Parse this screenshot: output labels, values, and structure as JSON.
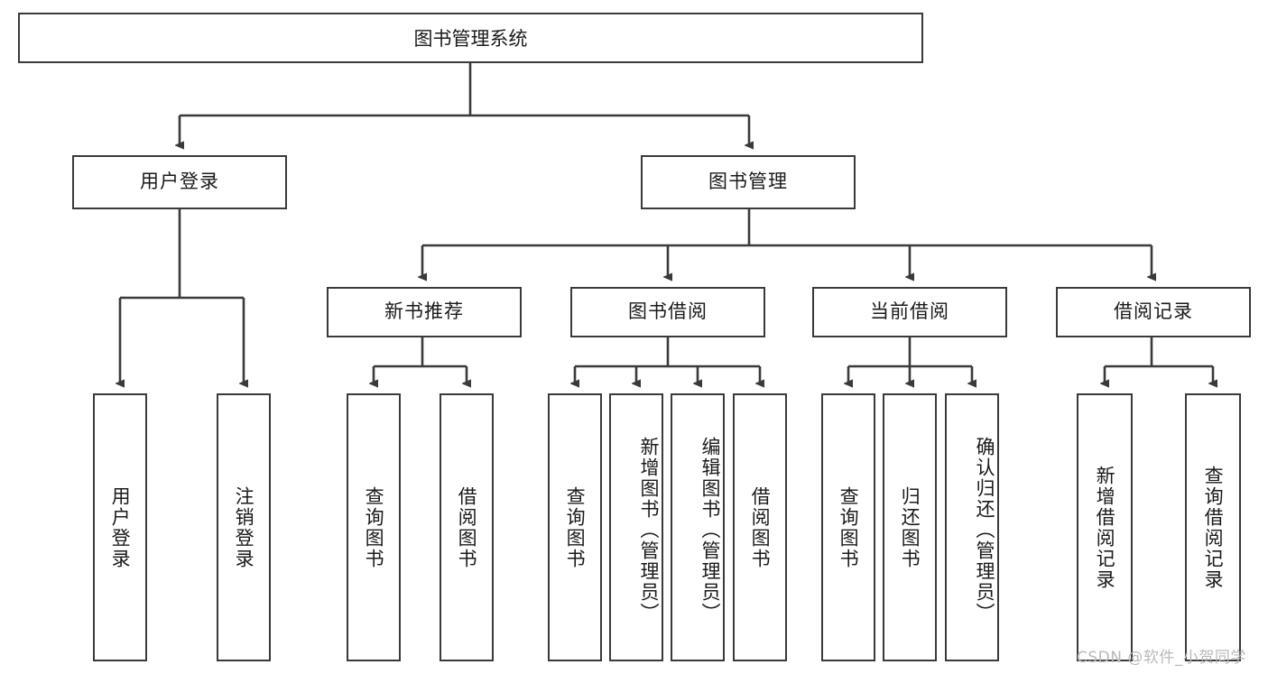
{
  "diagram": {
    "title": "图书管理系统",
    "type": "hierarchy-tree",
    "root": {
      "label": "图书管理系统",
      "id": "root-library-system"
    },
    "level2": [
      {
        "id": "user-login",
        "label": "用户登录"
      },
      {
        "id": "book-management",
        "label": "图书管理"
      }
    ],
    "level3": [
      {
        "id": "new-book-recommend",
        "label": "新书推荐",
        "parent": "book-management"
      },
      {
        "id": "book-borrow",
        "label": "图书借阅",
        "parent": "book-management"
      },
      {
        "id": "current-borrow",
        "label": "当前借阅",
        "parent": "book-management"
      },
      {
        "id": "borrow-record",
        "label": "借阅记录",
        "parent": "book-management"
      }
    ],
    "leaves": {
      "user_login": [
        {
          "id": "leaf-user-login",
          "label": "用户登录"
        },
        {
          "id": "leaf-logout-login",
          "label": "注销登录"
        }
      ],
      "new_book_recommend": [
        {
          "id": "leaf-query-book-1",
          "label": "查询图书"
        },
        {
          "id": "leaf-borrow-book-1",
          "label": "借阅图书"
        }
      ],
      "book_borrow": [
        {
          "id": "leaf-query-book-2",
          "label": "查询图书"
        },
        {
          "id": "leaf-add-book-admin",
          "label": "新增图书（管理员）"
        },
        {
          "id": "leaf-edit-book-admin",
          "label": "编辑图书（管理员）"
        },
        {
          "id": "leaf-borrow-book-2",
          "label": "借阅图书"
        }
      ],
      "current_borrow": [
        {
          "id": "leaf-query-book-3",
          "label": "查询图书"
        },
        {
          "id": "leaf-return-book",
          "label": "归还图书"
        },
        {
          "id": "leaf-confirm-return-admin",
          "label": "确认归还（管理员）"
        }
      ],
      "borrow_record": [
        {
          "id": "leaf-add-borrow-record",
          "label": "新增借阅记录"
        },
        {
          "id": "leaf-query-borrow-record",
          "label": "查询借阅记录"
        }
      ]
    }
  },
  "watermark": {
    "text": "CSDN @软件_小贺同学"
  },
  "colors": {
    "border": "#3a3a3a",
    "background": "#ffffff",
    "text": "#1a1a1a",
    "watermark": "#b9b9b9"
  }
}
